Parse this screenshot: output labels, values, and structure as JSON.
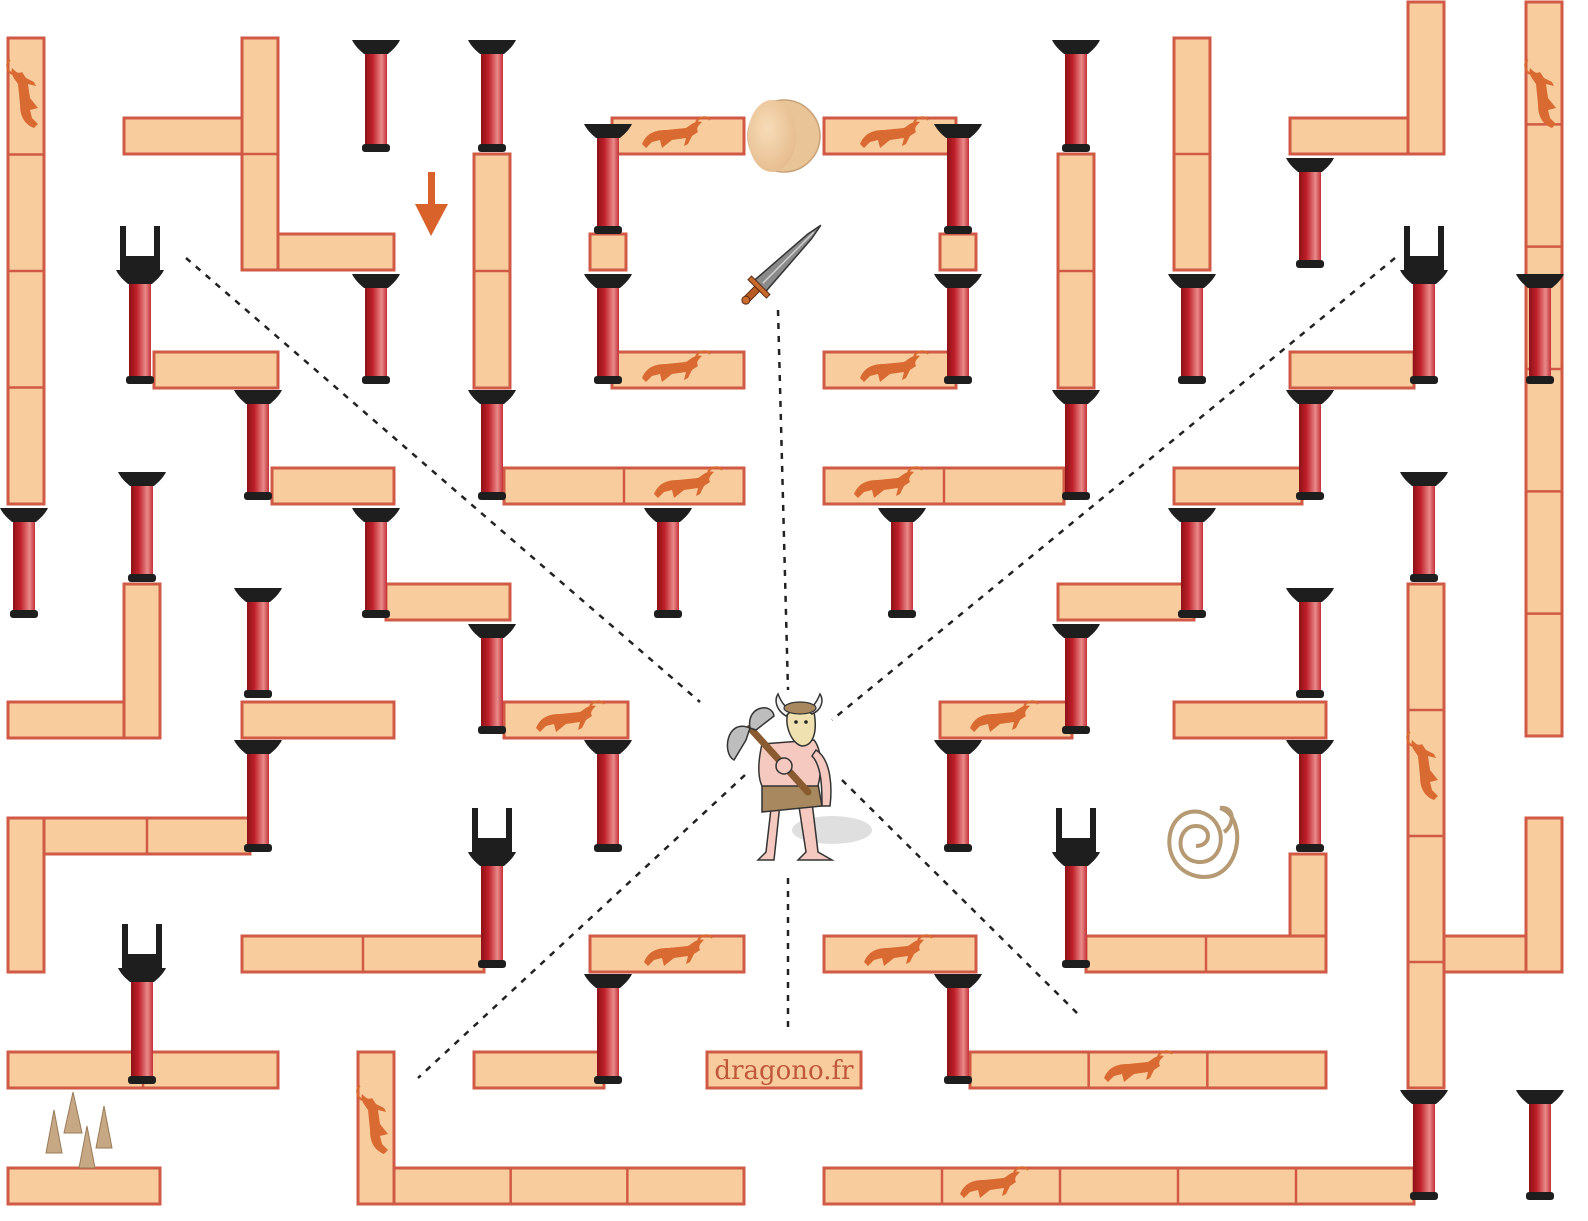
{
  "game": {
    "credit": "dragono.fr",
    "colors": {
      "wall_fill": "#f9cc9d",
      "wall_stroke": "#d05a45",
      "column_red": "#c0202a",
      "column_black": "#1e1e1e",
      "bull_motif": "#d96a32",
      "arrow": "#d8622a",
      "dash_line": "#222222",
      "background": "#ffffff"
    },
    "pieces": [
      {
        "name": "minotaur",
        "icon": "minotaur-icon"
      },
      {
        "name": "sword",
        "icon": "sword-icon"
      },
      {
        "name": "cheese-round",
        "icon": "cheese-icon"
      },
      {
        "name": "thread-ball",
        "icon": "rope-coil-icon"
      },
      {
        "name": "spikes",
        "icon": "spikes-icon"
      },
      {
        "name": "direction-arrow",
        "icon": "arrow-down-icon"
      }
    ]
  }
}
